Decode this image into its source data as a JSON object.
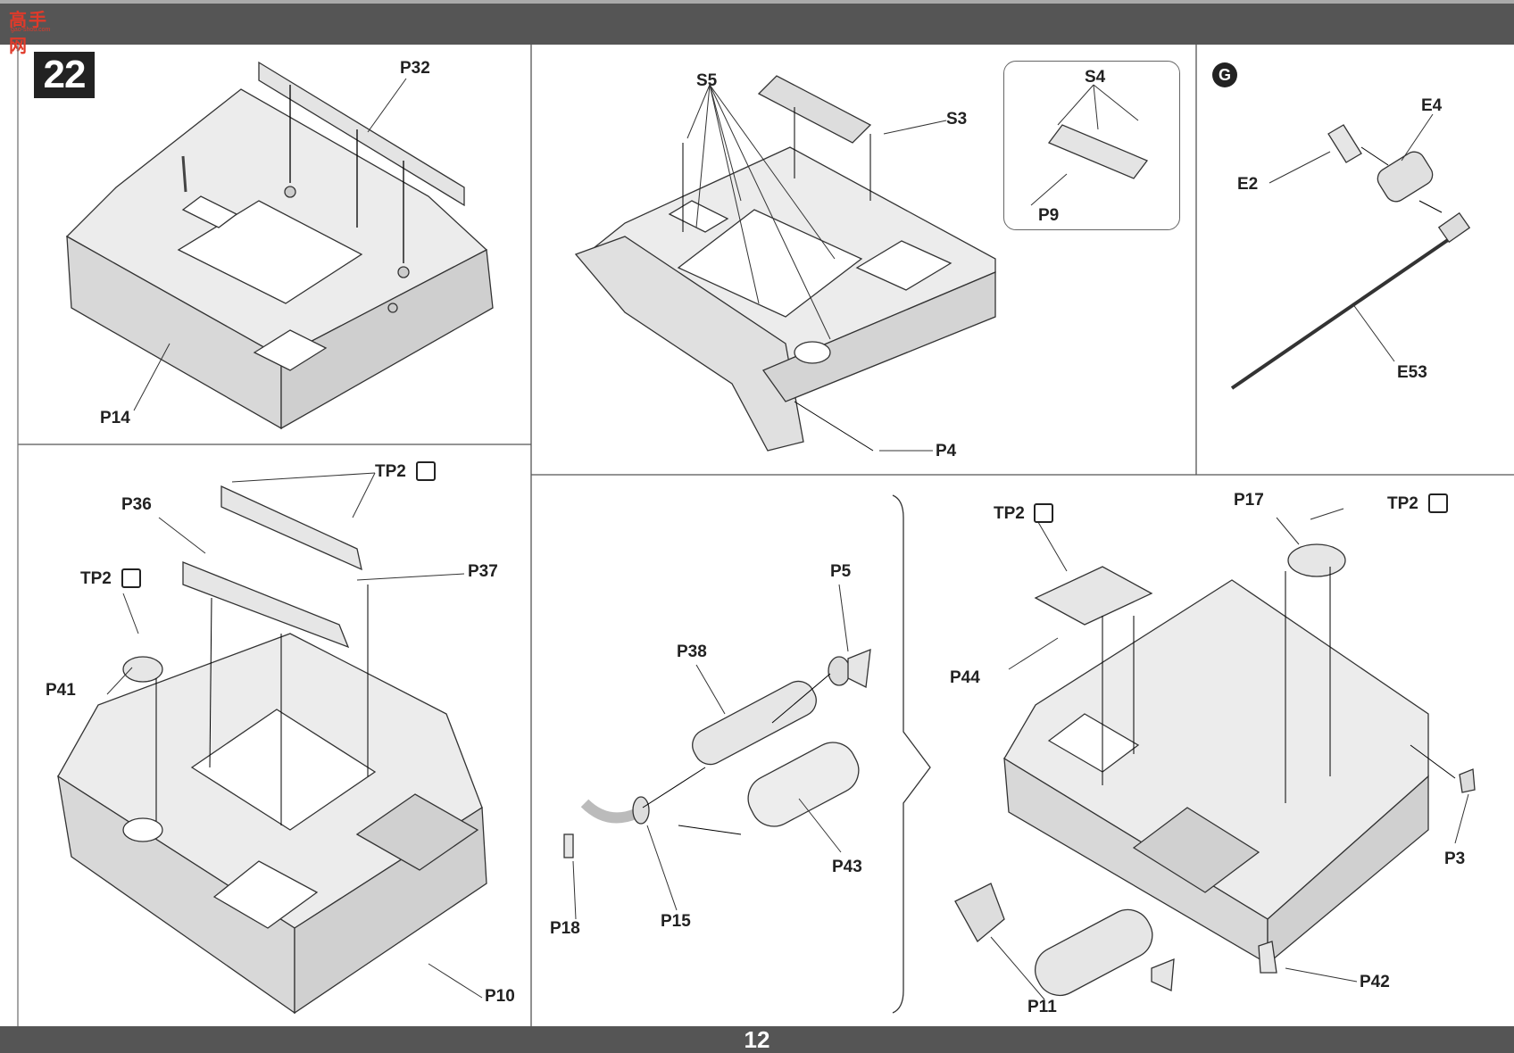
{
  "page": {
    "number": "12",
    "step": "22",
    "subassembly": "G"
  },
  "watermark": {
    "text": "高手网",
    "url": "gao-shou.com"
  },
  "labels": {
    "p32": "P32",
    "p14": "P14",
    "s5": "S5",
    "s3": "S3",
    "s4": "S4",
    "p9": "P9",
    "p4": "P4",
    "e4": "E4",
    "e2": "E2",
    "e53": "E53",
    "tp2_a": "TP2",
    "tp2_b": "TP2",
    "p36": "P36",
    "p37": "P37",
    "p41": "P41",
    "p10": "P10",
    "p5": "P5",
    "p38": "P38",
    "p43": "P43",
    "p18": "P18",
    "p15": "P15",
    "tp2_c": "TP2",
    "tp2_d": "TP2",
    "p17": "P17",
    "p44": "P44",
    "p3": "P3",
    "p42": "P42",
    "p11": "P11"
  },
  "icons": {
    "glue": "glue-icon",
    "circle_badge": "circle-badge"
  }
}
